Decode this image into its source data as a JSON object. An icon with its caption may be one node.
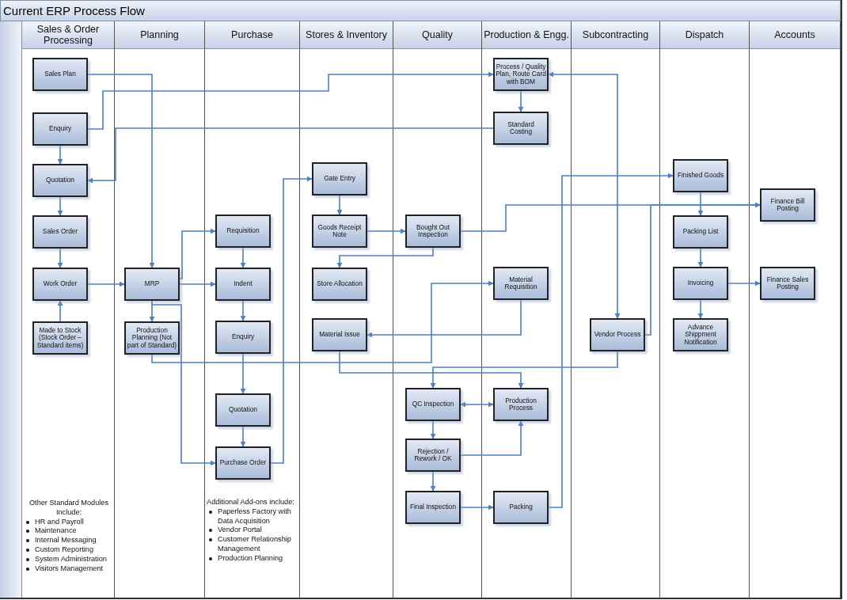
{
  "diagram": {
    "title": "Current ERP Process Flow",
    "nodes": [
      {
        "text": [
          "Sales & Order Processing"
        ]
      },
      {
        "text": [
          "Planning"
        ]
      },
      {
        "text": [
          "Purchase"
        ]
      },
      {
        "text": [
          "Stores & Inventory"
        ]
      },
      {
        "text": [
          "Quality"
        ]
      },
      {
        "text": [
          "Production & Engg."
        ]
      },
      {
        "text": [
          "Subcontracting"
        ]
      },
      {
        "text": [
          "Dispatch"
        ]
      },
      {
        "text": [
          "Accounts"
        ]
      },
      {
        "text": [
          "Sales Plan"
        ],
        "in": 0
      },
      {
        "text": [
          "Enquiry"
        ],
        "in": 0
      },
      {
        "text": [
          "Quotation"
        ],
        "in": 0
      },
      {
        "text": [
          "Sales Order"
        ],
        "in": 0
      },
      {
        "text": [
          "Work Order"
        ],
        "in": 0
      },
      {
        "text": [
          "Made to Stock (Stock Order – Standard items)"
        ],
        "in": 0
      },
      {
        "text": [
          "MRP"
        ],
        "in": 1
      },
      {
        "text": [
          "Production Planning (Not part of Standard)"
        ],
        "in": 1
      },
      {
        "text": [
          "Requisition"
        ],
        "in": 2
      },
      {
        "text": [
          "Indent"
        ],
        "in": 2
      },
      {
        "text": [
          "Enquiry"
        ],
        "in": 2
      },
      {
        "text": [
          "Quotation"
        ],
        "in": 2
      },
      {
        "text": [
          "Purchase Order"
        ],
        "in": 2
      },
      {
        "text": [
          "Gate Entry"
        ],
        "in": 3
      },
      {
        "text": [
          "Goods Receipt Note"
        ],
        "in": 3
      },
      {
        "text": [
          "Store Allocation"
        ],
        "in": 3
      },
      {
        "text": [
          "Material Issue"
        ],
        "in": 3
      },
      {
        "text": [
          "Bought Out Inspection"
        ],
        "in": 4
      },
      {
        "text": [
          "QC Inspection"
        ],
        "in": 4
      },
      {
        "text": [
          "Rejection / Rework / OK"
        ],
        "in": 4
      },
      {
        "text": [
          "Final Inspection"
        ],
        "in": 4
      },
      {
        "text": [
          "Process / Quality Plan, Route Card with BOM"
        ],
        "in": 5
      },
      {
        "text": [
          "Standard Costing"
        ],
        "in": 5
      },
      {
        "text": [
          "Material Requisition"
        ],
        "in": 5
      },
      {
        "text": [
          "Production Process"
        ],
        "in": 5
      },
      {
        "text": [
          "Packing"
        ],
        "in": 5
      },
      {
        "text": [
          "Vendor Process"
        ],
        "in": 6
      },
      {
        "text": [
          "Finished Goods"
        ],
        "in": 7
      },
      {
        "text": [
          "Packing List"
        ],
        "in": 7
      },
      {
        "text": [
          "Invoicing"
        ],
        "in": 7
      },
      {
        "text": [
          "Advance Shippment Notification"
        ],
        "in": 7
      },
      {
        "text": [
          "Finance Bill Posting"
        ],
        "in": 8
      },
      {
        "text": [
          "Finance Sales Posting"
        ],
        "in": 8
      },
      {
        "text": [],
        "shape": "bar"
      }
    ],
    "edges": [
      {
        "from": 9,
        "to": 15,
        "arrow": "to"
      },
      {
        "from": 10,
        "to": 30,
        "arrow": "to"
      },
      {
        "from": 10,
        "to": 11,
        "arrow": "to"
      },
      {
        "from": 30,
        "to": 31,
        "arrow": "to"
      },
      {
        "from": 31,
        "to": 11,
        "arrow": "to"
      },
      {
        "from": 11,
        "to": 12,
        "arrow": "to"
      },
      {
        "from": 12,
        "to": 13,
        "arrow": "to"
      },
      {
        "from": 14,
        "to": 13,
        "arrow": "to"
      },
      {
        "from": 13,
        "to": 15,
        "arrow": "to"
      },
      {
        "from": 15,
        "to": 17,
        "arrow": "to"
      },
      {
        "from": 15,
        "to": 18,
        "arrow": "to"
      },
      {
        "from": 15,
        "to": 16,
        "arrow": "to"
      },
      {
        "from": 15,
        "to": 21,
        "arrow": "to"
      },
      {
        "from": 17,
        "to": 18,
        "arrow": "to"
      },
      {
        "from": 18,
        "to": 19,
        "arrow": "to"
      },
      {
        "from": 19,
        "to": 20,
        "arrow": "to"
      },
      {
        "from": 20,
        "to": 21,
        "arrow": "to"
      },
      {
        "from": 21,
        "to": 22,
        "arrow": "to"
      },
      {
        "from": 22,
        "to": 23,
        "arrow": "to"
      },
      {
        "from": 23,
        "to": 26,
        "arrow": "to"
      },
      {
        "from": 26,
        "to": 24,
        "arrow": "to"
      },
      {
        "from": 26,
        "to": 40,
        "arrow": "to"
      },
      {
        "from": 35,
        "to": 40,
        "arrow": "to"
      },
      {
        "from": 16,
        "to": 32,
        "arrow": "to"
      },
      {
        "from": 32,
        "to": 25,
        "arrow": "to"
      },
      {
        "from": 25,
        "to": 33,
        "arrow": "to"
      },
      {
        "from": 35,
        "to": 27,
        "arrow": "to"
      },
      {
        "from": 27,
        "to": 33,
        "arrow": "both"
      },
      {
        "from": 27,
        "to": 28,
        "arrow": "to"
      },
      {
        "from": 28,
        "to": 33,
        "arrow": "to"
      },
      {
        "from": 28,
        "to": 29,
        "arrow": "to"
      },
      {
        "from": 29,
        "to": 34,
        "arrow": "to"
      },
      {
        "from": 34,
        "to": 36,
        "arrow": "to"
      },
      {
        "from": 30,
        "to": 35,
        "arrow": "both"
      },
      {
        "from": 36,
        "to": 37,
        "arrow": "to"
      },
      {
        "from": 37,
        "to": 38,
        "arrow": "to"
      },
      {
        "from": 38,
        "to": 39,
        "arrow": "to"
      },
      {
        "from": 38,
        "to": 41,
        "arrow": "to"
      }
    ],
    "labels": [
      "Other Standard Modules Include:",
      "HR and Payroll",
      "Maintenance",
      "Internal Messaging",
      "Custom Reporting",
      "System Administration",
      "Visitors Management",
      "Additional Add-ons include:",
      "Paperless Factory with Data Acquisition",
      "Vendor Portal",
      "Customer Relationship Management",
      "Production Planning"
    ]
  }
}
